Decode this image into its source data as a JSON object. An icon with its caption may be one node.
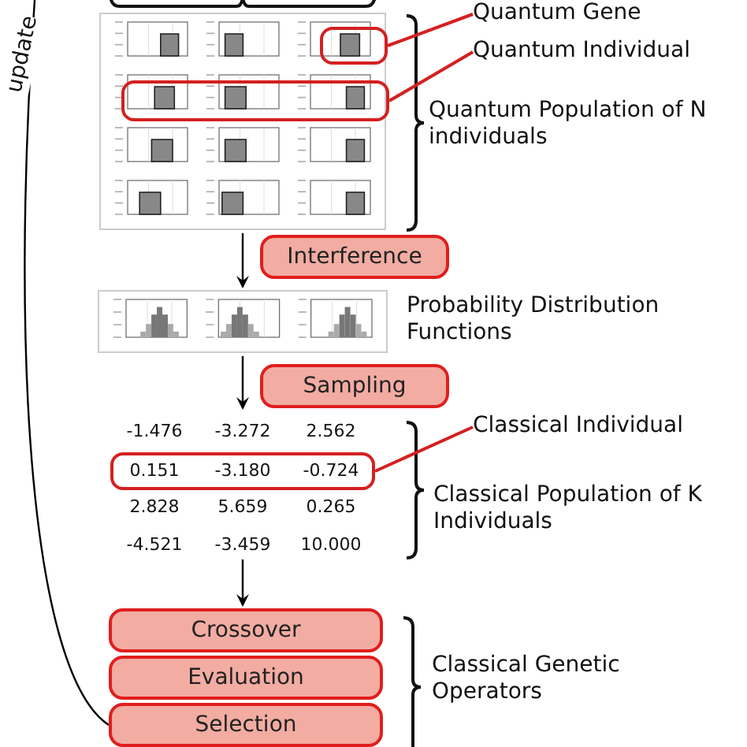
{
  "diagram": {
    "nodes": [
      {
        "text": [],
        "shape": "chart",
        "beside": [
          "Quantum Population of N individuals"
        ]
      },
      {
        "text": [],
        "shape": "box",
        "in": 0
      },
      {
        "text": [],
        "shape": "box",
        "in": 0
      },
      {
        "text": [
          "Quantum Gene"
        ]
      },
      {
        "text": [
          "Quantum Individual"
        ]
      },
      {
        "text": [
          "Interference"
        ]
      },
      {
        "text": [],
        "shape": "chart",
        "beside": [
          "Probability Distribution Functions"
        ]
      },
      {
        "text": [
          "Sampling"
        ]
      },
      {
        "text": [
          "-1.476",
          "-3.272",
          "2.562",
          "2.828",
          "5.659",
          "0.265",
          "-4.521",
          "-3.459",
          "10.000"
        ],
        "beside": [
          "Classical Population of K Individuals"
        ]
      },
      {
        "text": [
          "0.151",
          "-3.180",
          "-0.724"
        ],
        "in": 8
      },
      {
        "text": [
          "Classical Individual"
        ]
      },
      {
        "text": [
          "Crossover"
        ]
      },
      {
        "text": [
          "Evaluation"
        ]
      },
      {
        "text": [
          "Selection"
        ]
      }
    ],
    "edges": [
      {
        "from": 3,
        "to": 1,
        "arrow": "none",
        "color": "#d42020"
      },
      {
        "from": 4,
        "to": 2,
        "arrow": "none",
        "color": "#d42020"
      },
      {
        "from": 0,
        "to": 6,
        "arrow": "to"
      },
      {
        "from": 6,
        "to": 8,
        "arrow": "to"
      },
      {
        "from": 10,
        "to": 9,
        "arrow": "none",
        "color": "#d42020"
      },
      {
        "from": 8,
        "to": 11,
        "arrow": "to"
      },
      {
        "from": 13,
        "to": null,
        "arrow": "none",
        "label": "update"
      }
    ],
    "labels": [
      "Classical Genetic Operators"
    ]
  }
}
